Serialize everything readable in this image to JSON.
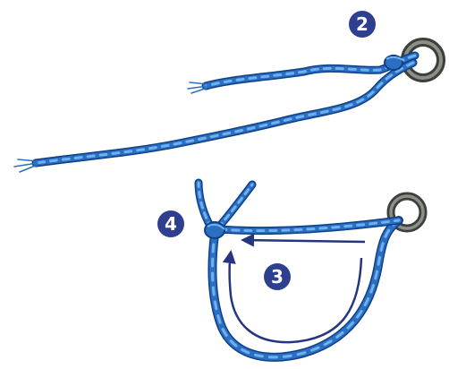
{
  "colors": {
    "rope": "#2b6fc2",
    "rope_dark": "#0f3f86",
    "rope_light": "#6fb1ee",
    "ring_outer": "#3d3f3a",
    "ring_inner": "#8b8f88",
    "arrow": "#26357f",
    "badge": "#2f3f8f",
    "badge_text": "#ffffff"
  },
  "steps": [
    {
      "id": "step-2",
      "label": "2"
    },
    {
      "id": "step-4",
      "label": "4"
    },
    {
      "id": "step-3",
      "label": "3"
    }
  ],
  "icons": {
    "ring": "metal-ring-icon",
    "rope": "braided-cord",
    "arrow": "direction-arrow-icon"
  }
}
